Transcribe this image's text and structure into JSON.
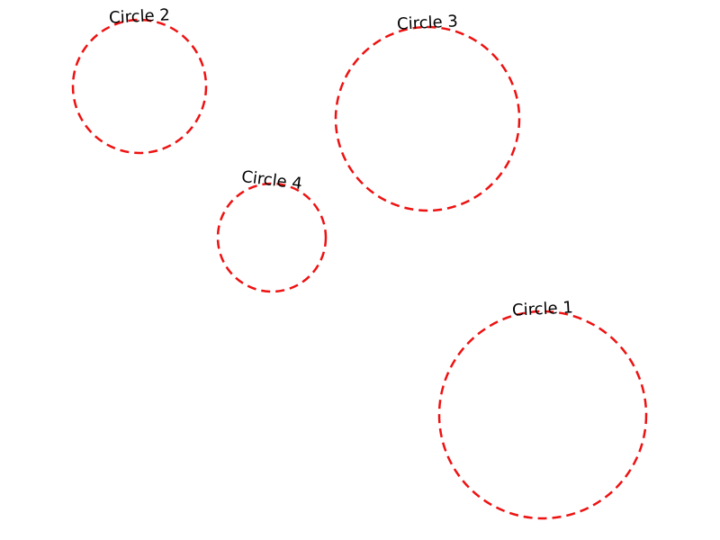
{
  "diagram": {
    "stroke_color": "#ee1111",
    "text_color": "#000000",
    "background_color": "#ffffff",
    "circles": [
      {
        "label": "Circle 1"
      },
      {
        "label": "Circle 2"
      },
      {
        "label": "Circle 3"
      },
      {
        "label": "Circle 4"
      }
    ]
  }
}
